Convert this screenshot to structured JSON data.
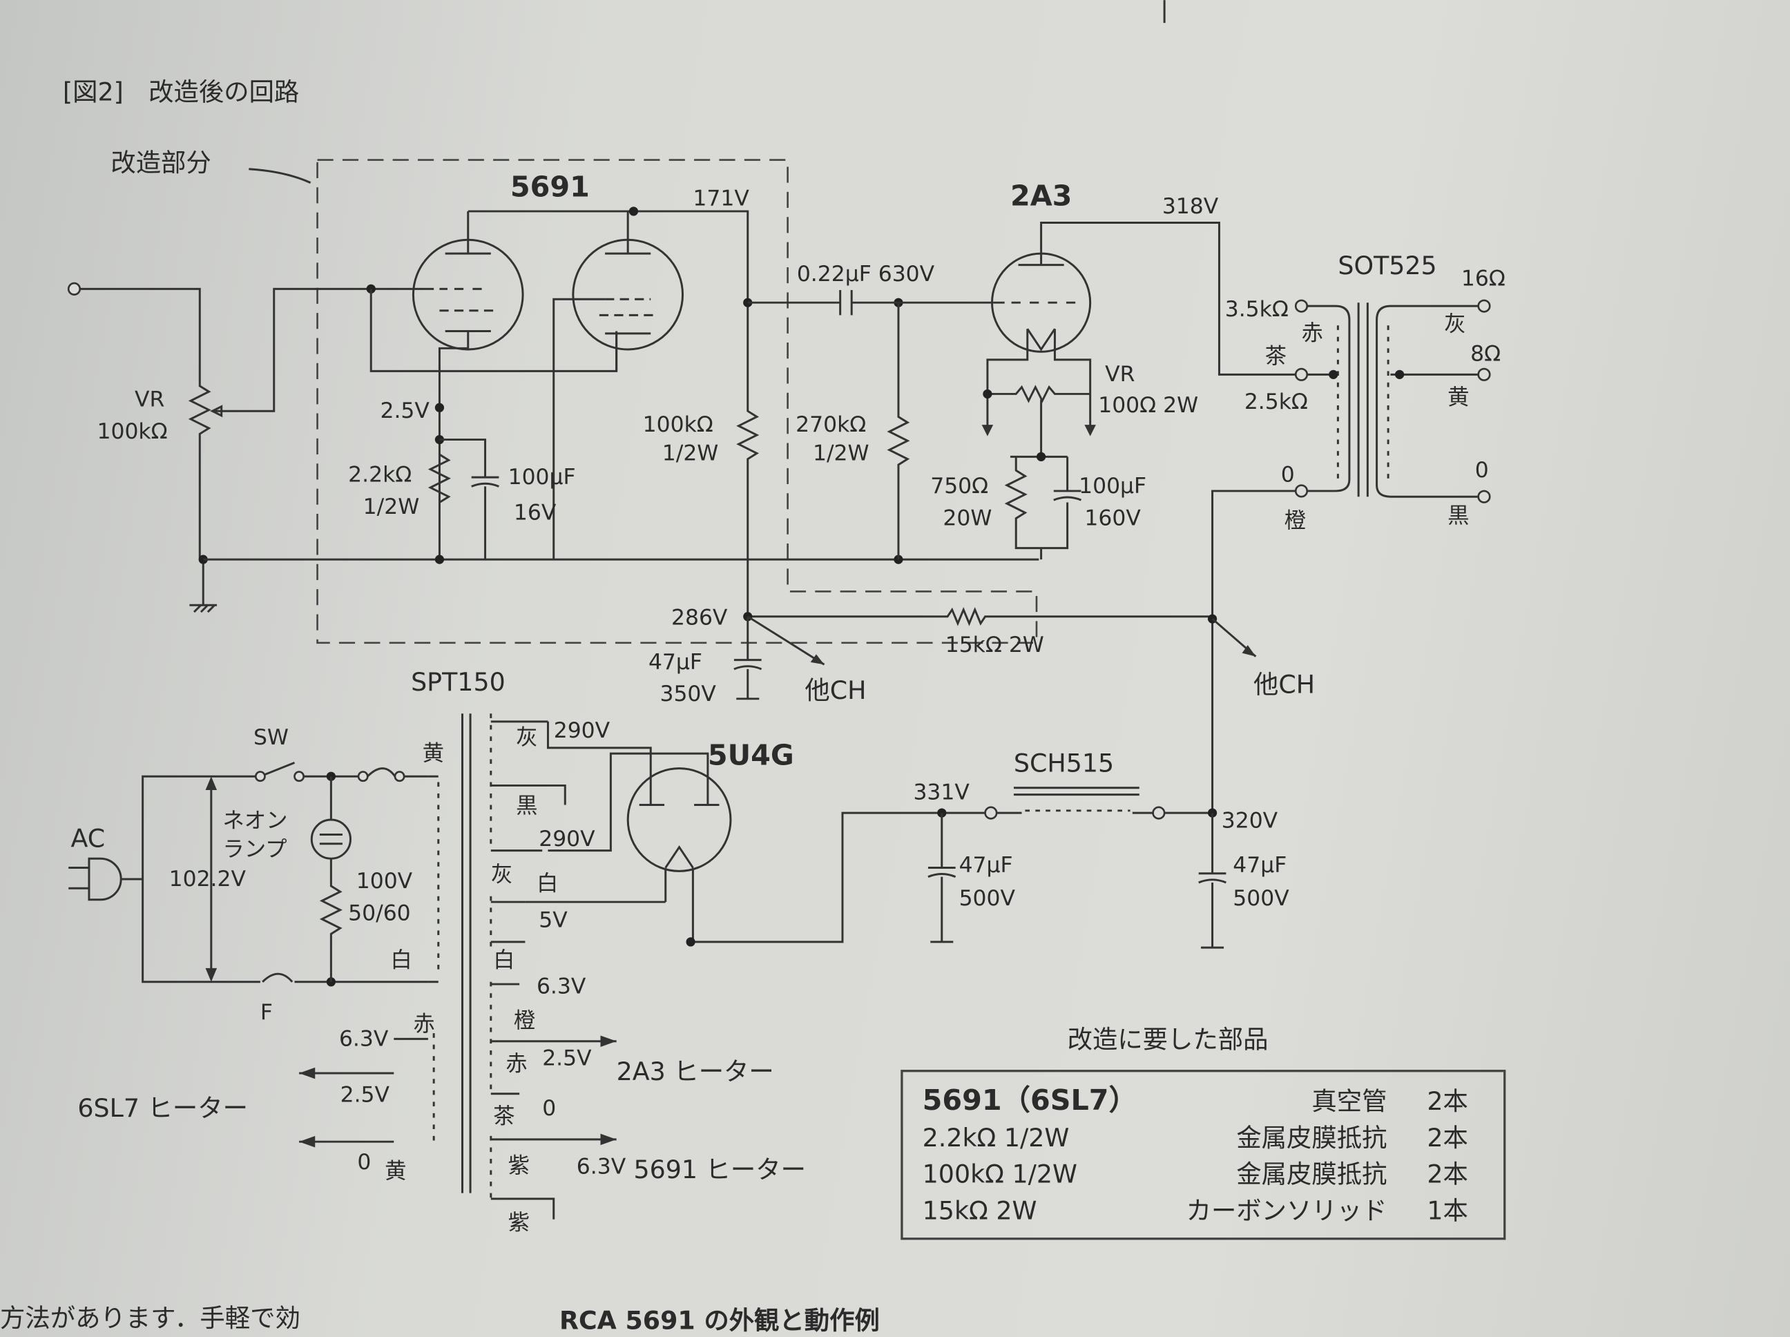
{
  "figure_title": "[図2]　改造後の回路",
  "modified_part_label": "改造部分",
  "amp": {
    "tube1": "5691",
    "v171": "171V",
    "tube2": "2A3",
    "v318": "318V",
    "coupling_cap": "0.22μF 630V",
    "vr_in": "VR",
    "vr_in_val": "100kΩ",
    "v25": "2.5V",
    "rp_val": "100kΩ",
    "rp_w": "1/2W",
    "rg_val": "270kΩ",
    "rg_w": "1/2W",
    "rk_val": "2.2kΩ",
    "rk_w": "1/2W",
    "ck_val": "100μF",
    "ck_v": "16V",
    "vr_hum": "VR",
    "vr_hum_val": "100Ω 2W",
    "rk2_val": "750Ω",
    "rk2_w": "20W",
    "ck2_val": "100μF",
    "ck2_v": "160V",
    "v286": "286V",
    "r_drop": "15kΩ 2W",
    "cb_val": "47μF",
    "cb_v": "350V",
    "other_ch_1": "他CH",
    "other_ch_2": "他CH"
  },
  "output_transformer": {
    "name": "SOT525",
    "p1": "3.5kΩ",
    "p1c": "赤",
    "p2c": "茶",
    "p2": "2.5kΩ",
    "p0": "0",
    "p0c": "橙",
    "s16": "16Ω",
    "s16c": "灰",
    "s8": "8Ω",
    "s8c": "黄",
    "s0": "0",
    "s0c": "黒"
  },
  "power": {
    "pt": "SPT150",
    "sw": "SW",
    "ac": "AC",
    "neon1": "ネオン",
    "neon2": "ランプ",
    "vac": "102.2V",
    "fuse": "F",
    "pri_v": "100V",
    "pri_hz": "50/60",
    "pri_top": "黄",
    "pri_bot": "白",
    "hv_top_c": "灰",
    "hv_top": "290V",
    "hv_ct_c": "黒",
    "hv_bot": "290V",
    "rect_c1": "灰",
    "rect_c2": "白",
    "rect_v": "5V",
    "rect_c3": "白",
    "rect": "5U4G",
    "choke": "SCH515",
    "v331": "331V",
    "v320": "320V",
    "c1_val": "47μF",
    "c1_v": "500V",
    "c2_val": "47μF",
    "c2_v": "500V",
    "h2a3_v1": "6.3V",
    "h2a3_c1": "橙",
    "h2a3_c2": "赤",
    "h2a3_v2": "2.5V",
    "h2a3_c3": "茶",
    "h2a3_v3": "0",
    "h2a3_label": "2A3 ヒーター",
    "h6sl7_v1": "6.3V",
    "h6sl7_c1": "赤",
    "h6sl7_v2": "2.5V",
    "h6sl7_v3": "0",
    "h6sl7_c3": "黄",
    "h6sl7_label": "6SL7 ヒーター",
    "h5691_c1": "紫",
    "h5691_v": "6.3V",
    "h5691_c2": "紫",
    "h5691_label": "5691 ヒーター"
  },
  "parts": {
    "title": "改造に要した部品",
    "rows": [
      {
        "part": "5691（6SL7）",
        "type": "真空管",
        "qty": "2本"
      },
      {
        "part": "2.2kΩ 1/2W",
        "type": "金属皮膜抵抗",
        "qty": "2本"
      },
      {
        "part": "100kΩ 1/2W",
        "type": "金属皮膜抵抗",
        "qty": "2本"
      },
      {
        "part": "15kΩ 2W",
        "type": "カーボンソリッド",
        "qty": "1本"
      }
    ]
  },
  "body_text_fragment": "方法があります．手軽で効",
  "caption": "RCA 5691 の外観と動作例"
}
